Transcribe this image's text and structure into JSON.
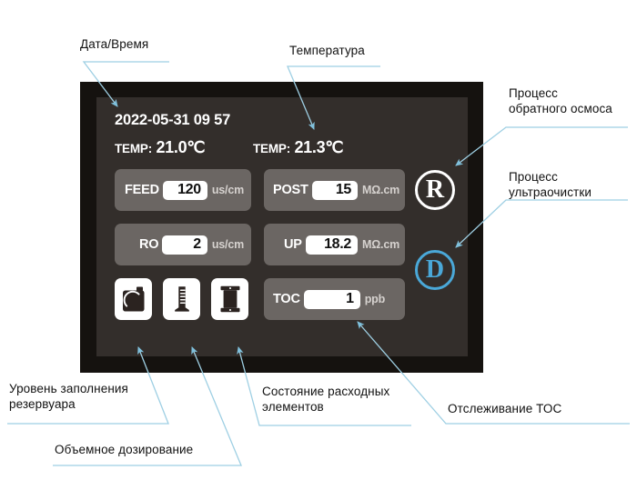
{
  "device": {
    "screen": {
      "datetime": "2022-05-31 09 57",
      "temperatures": [
        {
          "name": "temp-left",
          "label": "TEMP:",
          "value": "21.0℃"
        },
        {
          "name": "temp-right",
          "label": "TEMP:",
          "value": "21.3℃"
        }
      ],
      "readouts": [
        {
          "name": "feed",
          "label": "FEED",
          "value": "120",
          "unit": "us/cm"
        },
        {
          "name": "post",
          "label": "POST",
          "value": "15",
          "unit": "MΩ.cm"
        },
        {
          "name": "ro",
          "label": "RO",
          "value": "2",
          "unit": "us/cm"
        },
        {
          "name": "up",
          "label": "UP",
          "value": "18.2",
          "unit": "MΩ.cm"
        },
        {
          "name": "toc",
          "label": "TOC",
          "value": "1",
          "unit": "ppb"
        }
      ],
      "status_icons": [
        {
          "name": "tank-level-icon",
          "icon": "jerrycan-icon"
        },
        {
          "name": "volume-dosing-icon",
          "icon": "graduated-cylinder-icon"
        },
        {
          "name": "consumables-icon",
          "icon": "filter-cartridge-icon"
        }
      ],
      "process_indicators": [
        {
          "name": "reverse-osmosis-indicator",
          "glyph": "R",
          "color": "#ffffff",
          "active": false
        },
        {
          "name": "ultrapure-indicator",
          "glyph": "D",
          "color": "#4aa8d8",
          "active": true
        }
      ]
    },
    "colors": {
      "bezel": "#15120f",
      "screen_bg": "#332e2b",
      "row_bg": "#6b6663",
      "field_bg": "#ffffff",
      "accent_blue": "#4aa8d8",
      "leader_line": "#9ecfe3"
    }
  },
  "annotations": [
    {
      "name": "annotation-datetime",
      "text": "Дата/Время"
    },
    {
      "name": "annotation-temperature",
      "text": "Температура"
    },
    {
      "name": "annotation-reverse-osmosis",
      "text": "Процесс\nобратного осмоса"
    },
    {
      "name": "annotation-ultrapurification",
      "text": "Процесс\nультраочистки"
    },
    {
      "name": "annotation-tank-level",
      "text": "Уровень заполнения\nрезервуара"
    },
    {
      "name": "annotation-volume-dosing",
      "text": "Объемное дозирование"
    },
    {
      "name": "annotation-consumables",
      "text": "Состояние расходных\nэлементов"
    },
    {
      "name": "annotation-toc-monitoring",
      "text": "Отслеживание ТОС"
    }
  ]
}
